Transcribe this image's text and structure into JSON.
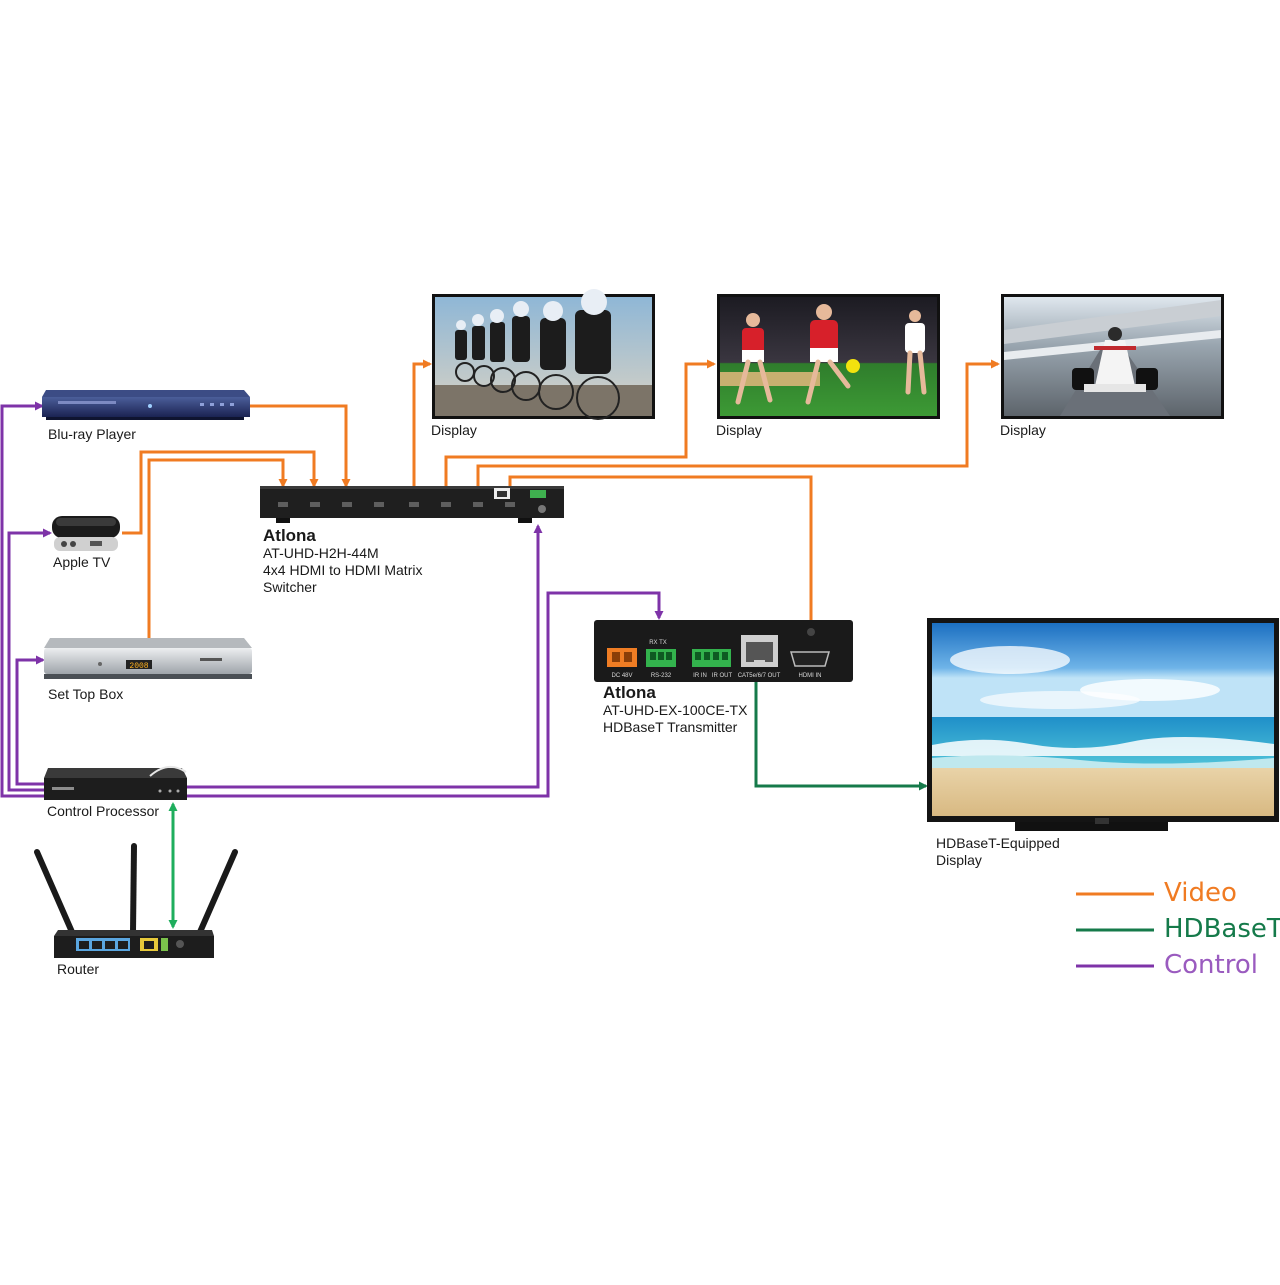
{
  "colors": {
    "video": "#f07b22",
    "hdbaset": "#157a4a",
    "control": "#7e33a8",
    "router_link": "#1fae5d"
  },
  "devices": {
    "bluray": {
      "label": "Blu-ray Player",
      "icon": "bluray-player-icon"
    },
    "appletv": {
      "label": "Apple TV",
      "icon": "apple-tv-icon"
    },
    "stb": {
      "label": "Set Top Box",
      "icon": "set-top-box-icon",
      "display_readout": "2008"
    },
    "control_processor": {
      "label": "Control Processor",
      "icon": "control-processor-icon"
    },
    "router": {
      "label": "Router",
      "icon": "router-icon"
    }
  },
  "matrix": {
    "brand": "Atlona",
    "model": "AT-UHD-H2H-44M",
    "desc_line1": "4x4 HDMI to HDMI Matrix",
    "desc_line2": "Switcher"
  },
  "transmitter": {
    "brand": "Atlona",
    "model": "AT-UHD-EX-100CE-TX",
    "desc": "HDBaseT Transmitter",
    "ports": {
      "power": "DC 48V",
      "rs232": "RS-232",
      "rx_tx": "RX TX",
      "ir_in": "IR IN",
      "ir_out": "IR OUT",
      "cat": "CAT5e/6/7 OUT",
      "hdmi": "HDMI IN"
    }
  },
  "displays": [
    {
      "label": "Display",
      "scene": "cycling-race-image"
    },
    {
      "label": "Display",
      "scene": "soccer-match-image"
    },
    {
      "label": "Display",
      "scene": "formula-car-image"
    }
  ],
  "hdbaset_display": {
    "line1": "HDBaseT-Equipped",
    "line2": "Display",
    "scene": "beach-seascape-image"
  },
  "legend": [
    {
      "label": "Video",
      "color": "#f07b22"
    },
    {
      "label": "HDBaseT",
      "color": "#157a4a"
    },
    {
      "label": "Control",
      "color": "#9a5bbf"
    }
  ]
}
